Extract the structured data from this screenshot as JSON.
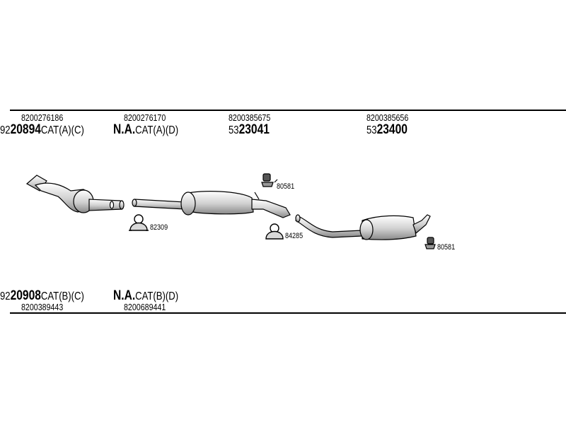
{
  "top": [
    {
      "oe": "8200276186",
      "prefix": "92",
      "code": "20894",
      "suffix": "CAT(A)(C)"
    },
    {
      "oe": "8200276170",
      "prefix": "",
      "code": "N.A.",
      "suffix": "CAT(A)(D)"
    },
    {
      "oe": "8200385675",
      "prefix": "53",
      "code": "23041",
      "suffix": ""
    },
    {
      "oe": "8200385656",
      "prefix": "53",
      "code": "23400",
      "suffix": ""
    }
  ],
  "bottom": [
    {
      "oe": "8200389443",
      "prefix": "92",
      "code": "20908",
      "suffix": "CAT(B)(C)"
    },
    {
      "oe": "8200689441",
      "prefix": "",
      "code": "N.A.",
      "suffix": "CAT(B)(D)"
    }
  ],
  "accessories": {
    "clamp_1": "82309",
    "clamp_2": "84285",
    "hanger_1": "80581",
    "hanger_2": "80581"
  }
}
